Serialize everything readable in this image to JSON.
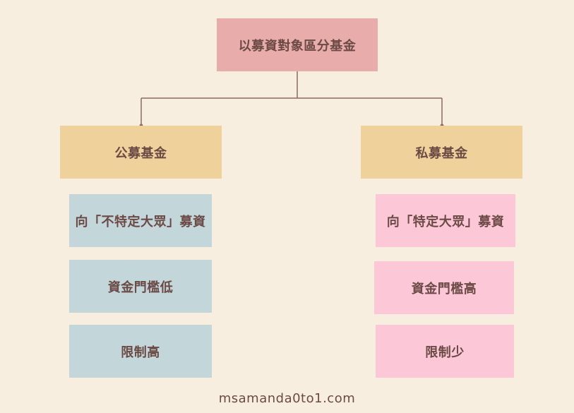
{
  "root": {
    "label": "以募資對象區分基金"
  },
  "public_fund": {
    "label": "公募基金",
    "items": [
      "向「不特定大眾」募資",
      "資金門檻低",
      "限制高"
    ]
  },
  "private_fund": {
    "label": "私募基金",
    "items": [
      "向「特定大眾」募資",
      "資金門檻高",
      "限制少"
    ]
  },
  "footer": {
    "text": "msamanda0to1.com"
  },
  "colors": {
    "background": "#f7eee0",
    "root_box": "#e8acab",
    "category_box": "#efd19c",
    "public_items": "#c3d6d9",
    "private_items": "#fcc8d8",
    "text": "#6b4a45",
    "connector": "#8a6a60"
  }
}
